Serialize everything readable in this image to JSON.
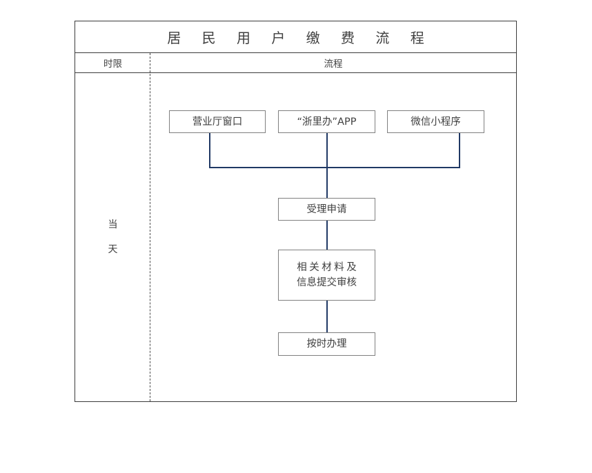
{
  "document": {
    "title": "居 民 用 户 缴 费 流 程",
    "table_headers": {
      "time_limit": "时限",
      "process": "流程"
    },
    "time_limit_value_line1": "当",
    "time_limit_value_line2": "天"
  },
  "flow": {
    "entry_nodes": [
      {
        "id": "node-hall",
        "label": "营业厅窗口"
      },
      {
        "id": "node-app",
        "label": "“浙里办”APP"
      },
      {
        "id": "node-wechat",
        "label": "微信小程序"
      }
    ],
    "steps": [
      {
        "id": "node-accept",
        "label": "受理申请"
      },
      {
        "id": "node-review",
        "line1": "相关材料及",
        "line2": "信息提交审核"
      },
      {
        "id": "node-handle",
        "label": "按时办理"
      }
    ]
  },
  "colors": {
    "table_border": "#3a3a3a",
    "node_border": "#7f7f7f",
    "connector": "#1f3864",
    "text": "#3f3f3f",
    "background": "#ffffff"
  }
}
